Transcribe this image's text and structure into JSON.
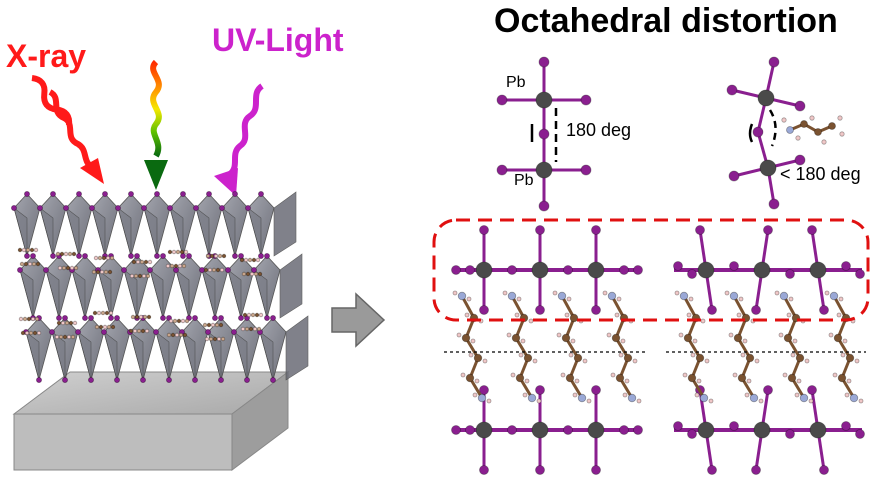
{
  "title": "Octahedral distortion",
  "labels": {
    "xray": "X-ray",
    "uv": "UV-Light",
    "pb_top": "Pb",
    "pb_bottom": "Pb",
    "angle_straight": "180 deg",
    "angle_tilted": "< 180 deg"
  },
  "colors": {
    "xray": "#ff1a1a",
    "uv": "#cc22cc",
    "iodine": "#8a1f8f",
    "lead": "#4a4a4a",
    "carbon": "#7a5230",
    "nitrogen": "#9aa8d6",
    "hydrogen": "#f0c8c8",
    "highlight_box": "#e01010",
    "substrate": "#c8c8c8",
    "process_arrow": "#9a9a9a"
  }
}
